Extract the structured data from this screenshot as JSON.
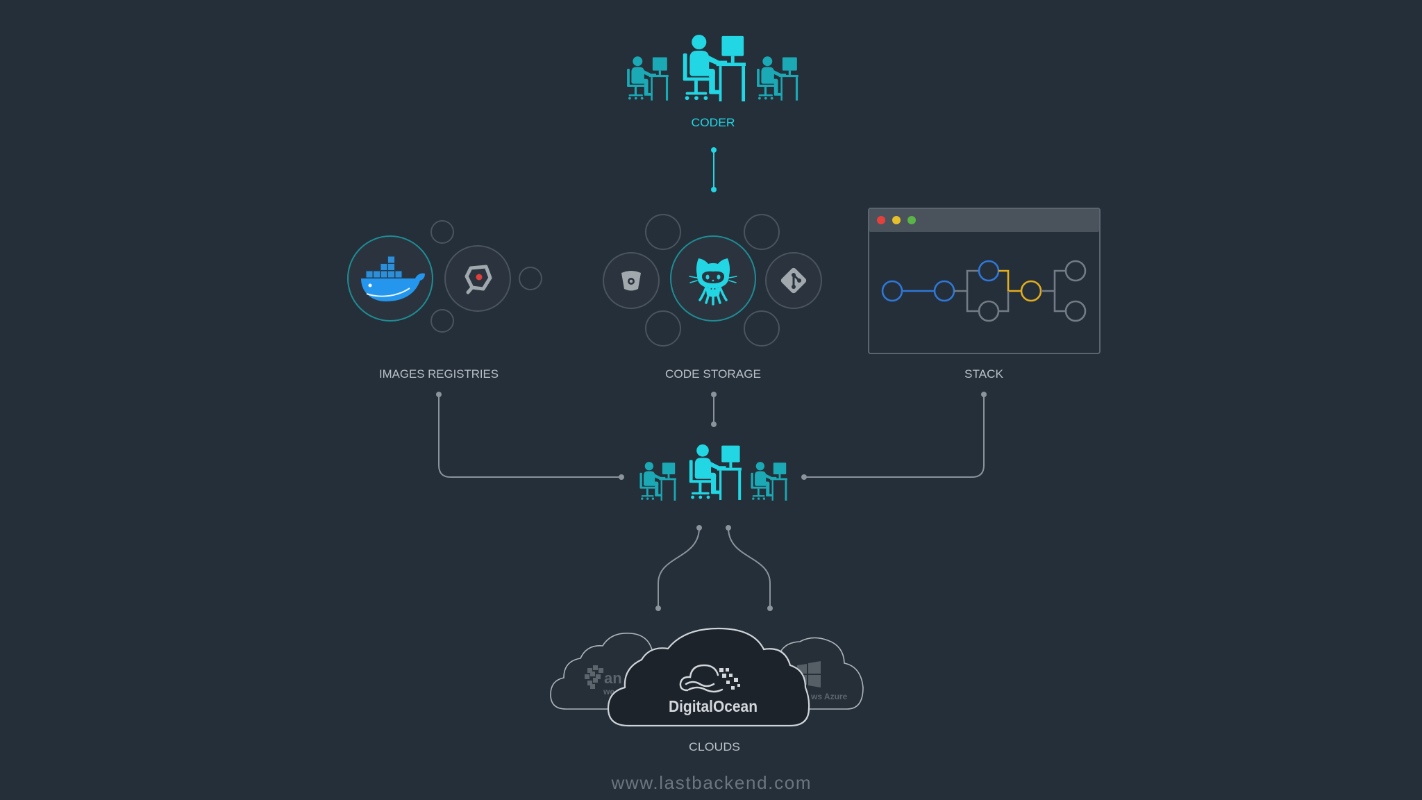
{
  "diagram": {
    "coder_label": "CODER",
    "images_registries_label": "IMAGES REGISTRIES",
    "code_storage_label": "CODE STORAGE",
    "stack_label": "STACK",
    "clouds_label": "CLOUDS"
  },
  "coder_group": {
    "icons": [
      "person-at-computer-icon",
      "person-at-computer-icon",
      "person-at-computer-icon"
    ]
  },
  "images_registries": {
    "icons": [
      "docker-icon",
      "quay-icon"
    ]
  },
  "code_storage": {
    "icons": [
      "github-icon",
      "bitbucket-icon",
      "git-icon"
    ]
  },
  "stack": {
    "icons": [
      "window-close-dot",
      "window-minimize-dot",
      "window-maximize-dot"
    ]
  },
  "clouds": {
    "primary": "DigitalOcean",
    "aws_logo_text": [
      "an",
      "we"
    ],
    "azure_logo_text": "ws Azure",
    "icons": [
      "digitalocean-logo",
      "aws-logo",
      "azure-logo"
    ]
  },
  "footer": {
    "url": "www.lastbackend.com"
  },
  "colors": {
    "bg": "#252f39",
    "accent": "#22d6e4",
    "person-secondary": "#1aa9b5",
    "connector": "#8b939b",
    "label": "#b9c0c7",
    "docker-blue": "#2496ed",
    "stack-blue": "#2f77d8",
    "stack-yellow": "#e4ad1e",
    "stack-gray": "#737c85",
    "footer": "#6c7681",
    "traffic-red": "#e5413c",
    "traffic-yellow": "#e6c02b",
    "traffic-green": "#5bb446"
  }
}
